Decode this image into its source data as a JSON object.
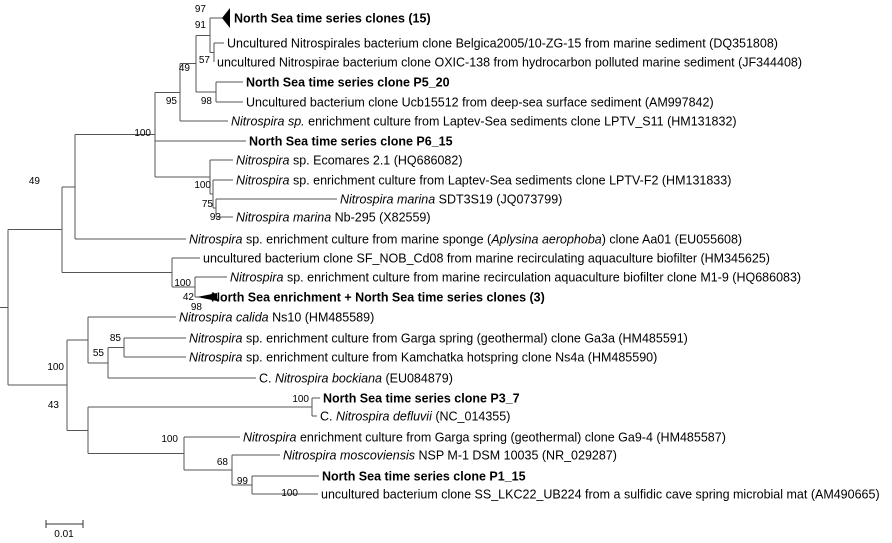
{
  "tree": {
    "leaves": [
      {
        "id": "L1",
        "parts": [
          {
            "t": "North Sea time series clones (15)",
            "s": "b"
          }
        ],
        "collapsed": true
      },
      {
        "id": "L2",
        "parts": [
          {
            "t": "Uncultured  Nitrospirales bacterium clone Belgica2005/10-ZG-15 from marine sediment (DQ351808)"
          }
        ]
      },
      {
        "id": "L3",
        "parts": [
          {
            "t": "uncultured  Nitrospirae bacterium clone OXIC-138 from hydrocarbon polluted marine sediment (JF344408)"
          }
        ]
      },
      {
        "id": "L4",
        "parts": [
          {
            "t": "North Sea time series clone P5_20",
            "s": "b"
          }
        ]
      },
      {
        "id": "L5",
        "parts": [
          {
            "t": "Uncultured bacterium clone Ucb15512 from deep-sea surface sediment (AM997842)"
          }
        ]
      },
      {
        "id": "L6",
        "parts": [
          {
            "t": "Nitrospira sp.",
            "s": "i"
          },
          {
            "t": " enrichment culture from Laptev-Sea sediments clone LPTV_S11 (HM131832)"
          }
        ]
      },
      {
        "id": "L7",
        "parts": [
          {
            "t": "North Sea time series clone P6_15",
            "s": "b"
          }
        ]
      },
      {
        "id": "L8",
        "parts": [
          {
            "t": "Nitrospira",
            "s": "i"
          },
          {
            "t": " sp. Ecomares 2.1 (HQ686082)"
          }
        ]
      },
      {
        "id": "L9",
        "parts": [
          {
            "t": "Nitrospira",
            "s": "i"
          },
          {
            "t": " sp. enrichment culture from Laptev-Sea sediments clone LPTV-F2 (HM131833)"
          }
        ]
      },
      {
        "id": "L10",
        "parts": [
          {
            "t": "Nitrospira marina",
            "s": "i"
          },
          {
            "t": " SDT3S19 (JQ073799)"
          }
        ]
      },
      {
        "id": "L11",
        "parts": [
          {
            "t": "Nitrospira marina",
            "s": "i"
          },
          {
            "t": " Nb-295 (X82559)"
          }
        ]
      },
      {
        "id": "L12",
        "parts": [
          {
            "t": "Nitrospira",
            "s": "i"
          },
          {
            "t": " sp. enrichment culture from marine sponge ("
          },
          {
            "t": "Aplysina aerophoba",
            "s": "i"
          },
          {
            "t": ") clone Aa01 (EU055608)"
          }
        ]
      },
      {
        "id": "L13",
        "parts": [
          {
            "t": "uncultured bacterium clone SF_NOB_Cd08 from marine recirculating aquaculture biofilter (HM345625)"
          }
        ]
      },
      {
        "id": "L14",
        "parts": [
          {
            "t": "Nitrospira",
            "s": "i"
          },
          {
            "t": " sp. enrichment culture from marine recirculation aquaculture biofilter clone M1-9 (HQ686083)"
          }
        ]
      },
      {
        "id": "L15",
        "parts": [
          {
            "t": "North Sea enrichment + North Sea time series clones (3)",
            "s": "b"
          }
        ],
        "collapsed": true
      },
      {
        "id": "L16",
        "parts": [
          {
            "t": "Nitrospira calida",
            "s": "i"
          },
          {
            "t": " Ns10 (HM485589)"
          }
        ]
      },
      {
        "id": "L17",
        "parts": [
          {
            "t": "Nitrospira",
            "s": "i"
          },
          {
            "t": " sp. enrichment culture from Garga spring (geothermal) clone Ga3a (HM485591)"
          }
        ]
      },
      {
        "id": "L18",
        "parts": [
          {
            "t": "Nitrospira",
            "s": "i"
          },
          {
            "t": " sp. enrichment culture from Kamchatka hotspring clone Ns4a (HM485590)"
          }
        ]
      },
      {
        "id": "L19",
        "parts": [
          {
            "t": "C. "
          },
          {
            "t": "Nitrospira bockiana",
            "s": "i"
          },
          {
            "t": " (EU084879)"
          }
        ]
      },
      {
        "id": "L20",
        "parts": [
          {
            "t": "North Sea time series clone P3_7",
            "s": "b"
          }
        ]
      },
      {
        "id": "L21",
        "parts": [
          {
            "t": "C. "
          },
          {
            "t": "Nitrospira defluvii",
            "s": "i"
          },
          {
            "t": " (NC_014355)"
          }
        ]
      },
      {
        "id": "L22",
        "parts": [
          {
            "t": "Nitrospira",
            "s": "i"
          },
          {
            "t": " enrichment culture from Garga spring (geothermal) clone Ga9-4 (HM485587)"
          }
        ]
      },
      {
        "id": "L23",
        "parts": [
          {
            "t": "Nitrospira moscoviensis",
            "s": "i"
          },
          {
            "t": " NSP M-1 DSM 10035 (NR_029287)"
          }
        ]
      },
      {
        "id": "L24",
        "parts": [
          {
            "t": "North Sea time series clone P1_15",
            "s": "b"
          }
        ]
      },
      {
        "id": "L25",
        "parts": [
          {
            "t": "uncultured bacterium clone SS_LKC22_UB224 from a sulfidic cave spring microbial mat  (AM490665)"
          }
        ]
      }
    ],
    "bootstrap": {
      "L1": "97",
      "L1_L2_L3": "91",
      "L2_L3": "57",
      "clade_A": "49",
      "L4_L5": "98",
      "clade_B": "95",
      "clade_C": "100",
      "L9_L10_L11": "100",
      "L10_L11": "75",
      "L11": "93",
      "root_upper": "49",
      "L13_L14_L15": "100",
      "L15_inner": "42",
      "L15": "98",
      "L17_L18": "85",
      "clade_D": "55",
      "lower_clade": "100",
      "root_lower": "43",
      "L20_L21": "100",
      "lower_b": "100",
      "L22_L25": "68",
      "L24_L25": "99",
      "L24_tip": "100"
    },
    "scale_bar": "0.01"
  }
}
